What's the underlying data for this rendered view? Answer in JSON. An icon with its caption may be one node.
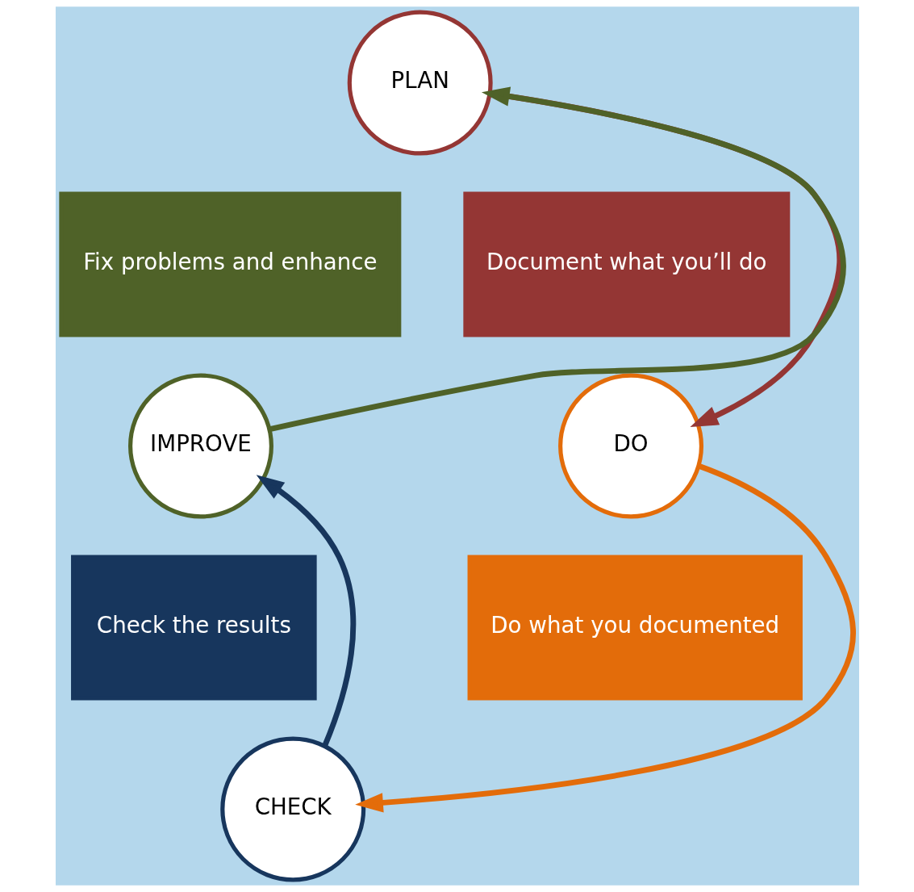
{
  "diagram": {
    "nodes": [
      {
        "text": [
          "PLAN"
        ]
      },
      {
        "text": [
          "Fix problems and enhance"
        ]
      },
      {
        "text": [
          "Document what you’ll do"
        ]
      },
      {
        "text": [
          "IMPROVE"
        ]
      },
      {
        "text": [
          "DO"
        ]
      },
      {
        "text": [
          "Check the results"
        ]
      },
      {
        "text": [
          "Do what you documented"
        ]
      },
      {
        "text": [
          "CHECK"
        ]
      }
    ],
    "edges": [
      {
        "from": 0,
        "to": 4,
        "arrow": "to",
        "color": "#943634"
      },
      {
        "from": 4,
        "to": 7,
        "arrow": "to",
        "color": "#e36c0a"
      },
      {
        "from": 7,
        "to": 3,
        "arrow": "to",
        "color": "#17365d"
      },
      {
        "from": 3,
        "to": 0,
        "arrow": "to",
        "color": "#4f6228"
      }
    ]
  }
}
